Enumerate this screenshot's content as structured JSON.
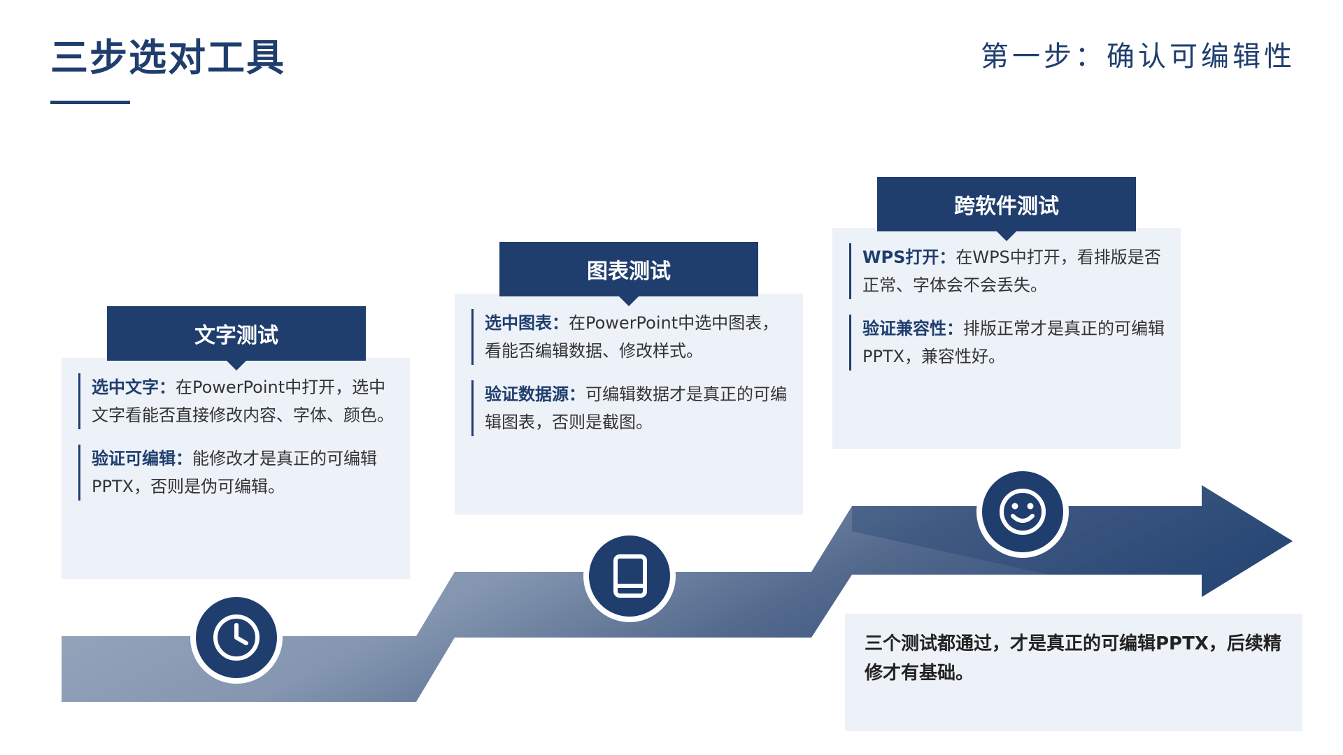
{
  "header": {
    "title": "三步选对工具",
    "step_title": "第一步：确认可编辑性"
  },
  "steps": [
    {
      "tag": "文字测试",
      "icon": "clock-icon",
      "items": [
        {
          "label": "选中文字：",
          "text": "在PowerPoint中打开，选中文字看能否直接修改内容、字体、颜色。"
        },
        {
          "label": "验证可编辑：",
          "text": "能修改才是真正的可编辑PPTX，否则是伪可编辑。"
        }
      ]
    },
    {
      "tag": "图表测试",
      "icon": "book-icon",
      "items": [
        {
          "label": "选中图表：",
          "text": "在PowerPoint中选中图表，看能否编辑数据、修改样式。"
        },
        {
          "label": "验证数据源：",
          "text": "可编辑数据才是真正的可编辑图表，否则是截图。"
        }
      ]
    },
    {
      "tag": "跨软件测试",
      "icon": "smiley-icon",
      "items": [
        {
          "label": "WPS打开：",
          "text": "在WPS中打开，看排版是否正常、字体会不会丢失。"
        },
        {
          "label": "验证兼容性：",
          "text": "排版正常才是真正的可编辑PPTX，兼容性好。"
        }
      ]
    }
  ],
  "summary": "三个测试都通过，才是真正的可编辑PPTX，后续精修才有基础。",
  "colors": {
    "primary": "#1f3e6e",
    "card_bg": "#edf1f8",
    "stair_light": "#a0afc3",
    "stair_mid": "#6b7f9e"
  }
}
